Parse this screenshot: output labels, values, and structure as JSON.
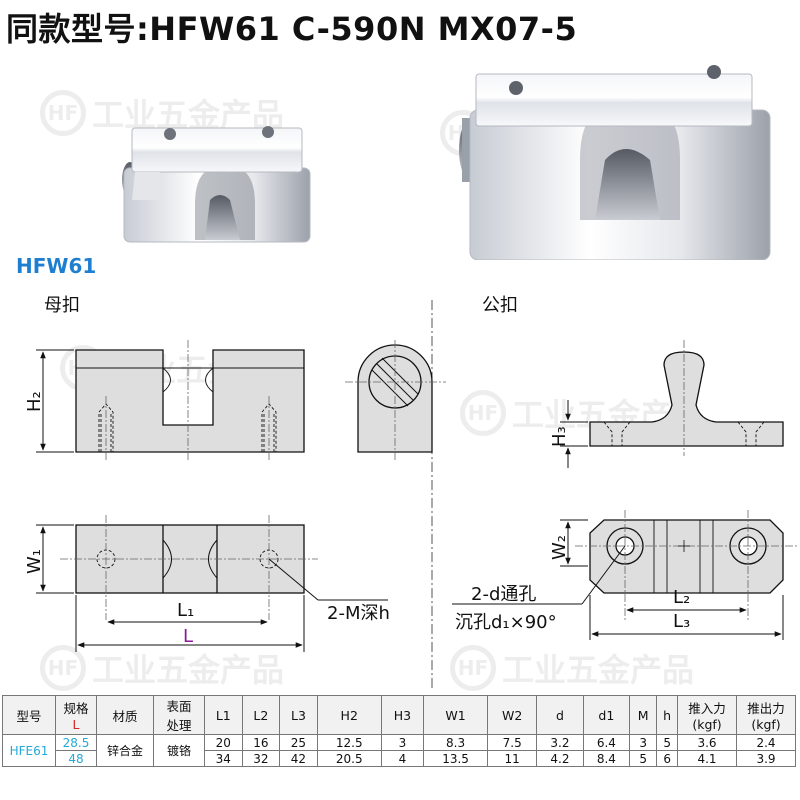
{
  "title": "同款型号:HFW61  C-590N  MX07-5",
  "model": "HFW61",
  "labels": {
    "female": "母扣",
    "male": "公扣",
    "callout_m": "2-M深h",
    "callout_d_line1": "2-d通孔",
    "callout_d_line2": "沉孔d₁×90°"
  },
  "dims": {
    "H2": "H₂",
    "W1": "W₁",
    "L1": "L₁",
    "L": "L",
    "H3": "H₃",
    "W2": "W₂",
    "L2": "L₂",
    "L3": "L₃"
  },
  "watermark": {
    "logo": "HF",
    "text": "工业五金产品"
  },
  "colors": {
    "model": "#1e7fd0",
    "spec_header": "#d9262c",
    "spec_values": "#23a9d8"
  },
  "table": {
    "headers": {
      "model": "型号",
      "spec_top": "规格",
      "spec_bottom": "L",
      "material": "材质",
      "surface_top": "表面",
      "surface_bottom": "处理",
      "L1": "L1",
      "L2": "L2",
      "L3": "L3",
      "H2": "H2",
      "H3": "H3",
      "W1": "W1",
      "W2": "W2",
      "d": "d",
      "d1": "d1",
      "M": "M",
      "h": "h",
      "push_top": "推入力",
      "push_bottom": "(kgf)",
      "pull_top": "推出力",
      "pull_bottom": "(kgf)"
    },
    "model": "HFE61",
    "material": "锌合金",
    "surface": "镀铬",
    "rows": [
      {
        "L": "28.5",
        "L1": "20",
        "L2": "16",
        "L3": "25",
        "H2": "12.5",
        "H3": "3",
        "W1": "8.3",
        "W2": "7.5",
        "d": "3.2",
        "d1": "6.4",
        "M": "3",
        "h": "5",
        "push": "3.6",
        "pull": "2.4"
      },
      {
        "L": "48",
        "L1": "34",
        "L2": "32",
        "L3": "42",
        "H2": "20.5",
        "H3": "4",
        "W1": "13.5",
        "W2": "11",
        "d": "4.2",
        "d1": "8.4",
        "M": "5",
        "h": "6",
        "push": "4.1",
        "pull": "3.9"
      }
    ]
  }
}
